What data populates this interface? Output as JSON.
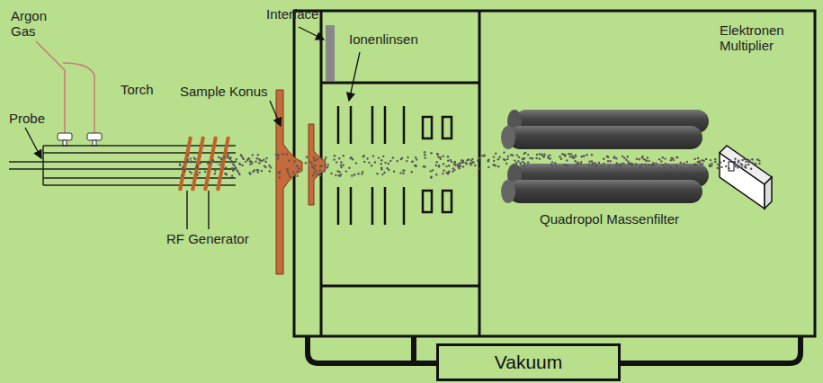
{
  "diagram": {
    "nodes": [
      {
        "text": [
          "Vakuum"
        ]
      }
    ],
    "labels": [
      "Argon Gas",
      "Probe",
      "Torch",
      "RF Generator",
      "Sample Konus",
      "Interface",
      "Ionenlinsen",
      "Quadropol Massenfilter",
      "Elektronen Multiplier"
    ]
  }
}
